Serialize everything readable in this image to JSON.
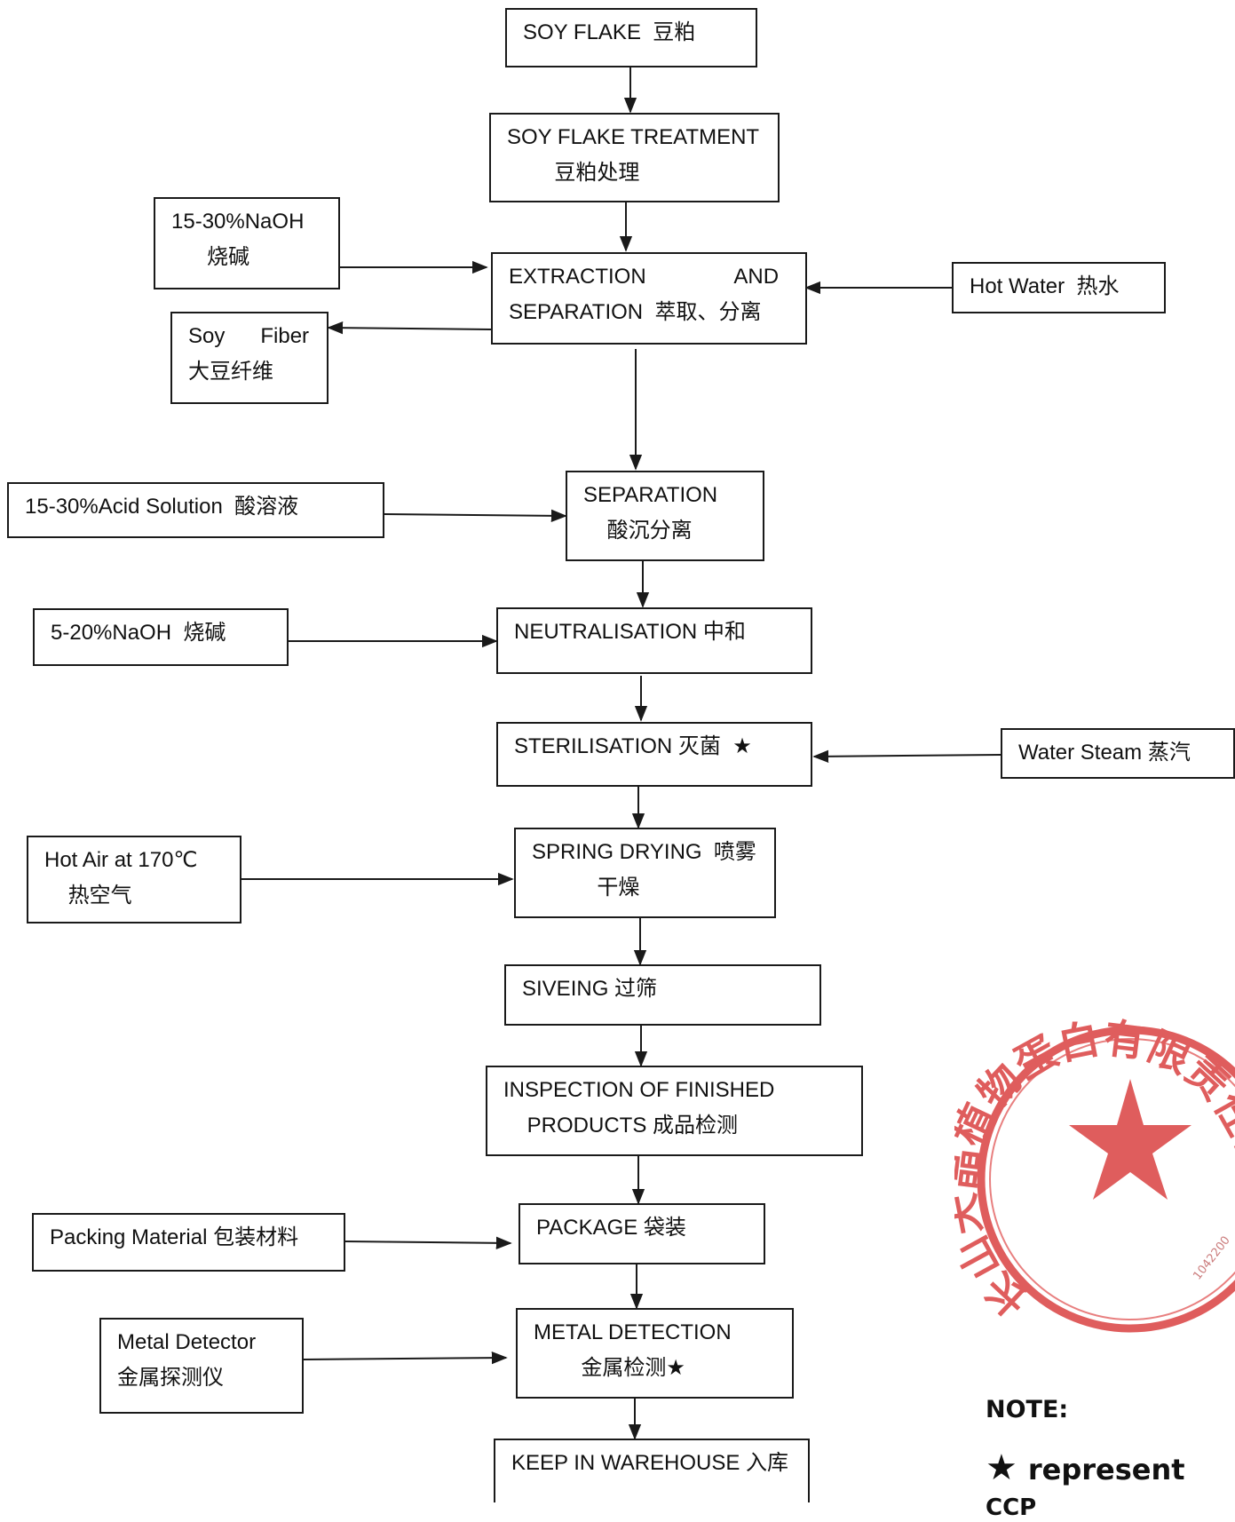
{
  "nodes": [
    {
      "id": "soy-flake",
      "lines": [
        "SOY FLAKE  豆粕"
      ]
    },
    {
      "id": "soy-flake-treatment",
      "lines": [
        "SOY FLAKE TREATMENT",
        "        豆粕处理"
      ]
    },
    {
      "id": "extraction",
      "lines": [
        "EXTRACTION               AND",
        "SEPARATION  萃取、分离"
      ]
    },
    {
      "id": "naoh-1",
      "lines": [
        "15-30%NaOH",
        "      烧碱"
      ]
    },
    {
      "id": "hot-water",
      "lines": [
        "Hot Water  热水"
      ]
    },
    {
      "id": "soy-fiber",
      "lines": [
        "Soy      Fiber",
        "大豆纤维"
      ]
    },
    {
      "id": "acid-solution",
      "lines": [
        "15-30%Acid Solution  酸溶液"
      ]
    },
    {
      "id": "separation",
      "lines": [
        "SEPARATION",
        "    酸沉分离"
      ]
    },
    {
      "id": "naoh-2",
      "lines": [
        "5-20%NaOH  烧碱"
      ]
    },
    {
      "id": "neutralisation",
      "lines": [
        "NEUTRALISATION 中和"
      ]
    },
    {
      "id": "sterilisation",
      "lines": [
        "STERILISATION 灭菌  ★"
      ]
    },
    {
      "id": "water-steam",
      "lines": [
        "Water Steam 蒸汽"
      ]
    },
    {
      "id": "hot-air",
      "lines": [
        "Hot Air at 170℃",
        "    热空气"
      ]
    },
    {
      "id": "spring-drying",
      "lines": [
        "SPRING DRYING  喷雾",
        "           干燥"
      ]
    },
    {
      "id": "siveing",
      "lines": [
        "SIVEING 过筛"
      ]
    },
    {
      "id": "inspection",
      "lines": [
        "INSPECTION OF FINISHED",
        "    PRODUCTS 成品检测"
      ]
    },
    {
      "id": "packing-material",
      "lines": [
        "Packing Material 包装材料"
      ]
    },
    {
      "id": "package",
      "lines": [
        "PACKAGE 袋装"
      ]
    },
    {
      "id": "metal-detector",
      "lines": [
        "Metal Detector",
        "金属探测仪"
      ]
    },
    {
      "id": "metal-detection",
      "lines": [
        "METAL DETECTION",
        "        金属检测★"
      ]
    },
    {
      "id": "warehouse",
      "lines": [
        "KEEP IN WAREHOUSE 入库"
      ]
    }
  ],
  "edges": [
    {
      "from": "soy-flake",
      "to": "soy-flake-treatment"
    },
    {
      "from": "soy-flake-treatment",
      "to": "extraction"
    },
    {
      "from": "naoh-1",
      "to": "extraction"
    },
    {
      "from": "hot-water",
      "to": "extraction"
    },
    {
      "from": "extraction",
      "to": "soy-fiber"
    },
    {
      "from": "extraction",
      "to": "separation"
    },
    {
      "from": "acid-solution",
      "to": "separation"
    },
    {
      "from": "separation",
      "to": "neutralisation"
    },
    {
      "from": "naoh-2",
      "to": "neutralisation"
    },
    {
      "from": "neutralisation",
      "to": "sterilisation"
    },
    {
      "from": "water-steam",
      "to": "sterilisation"
    },
    {
      "from": "sterilisation",
      "to": "spring-drying"
    },
    {
      "from": "hot-air",
      "to": "spring-drying"
    },
    {
      "from": "spring-drying",
      "to": "siveing"
    },
    {
      "from": "siveing",
      "to": "inspection"
    },
    {
      "from": "inspection",
      "to": "package"
    },
    {
      "from": "packing-material",
      "to": "package"
    },
    {
      "from": "package",
      "to": "metal-detection"
    },
    {
      "from": "metal-detector",
      "to": "metal-detection"
    },
    {
      "from": "metal-detection",
      "to": "warehouse"
    }
  ],
  "note": {
    "title": "NOTE:",
    "symbol": "★",
    "text": "represent",
    "abbr": "CCP"
  },
  "stamp": {
    "text": "长山天晶植物蛋白有限责任公司",
    "number": "1042200",
    "color": "#d93a3a"
  }
}
